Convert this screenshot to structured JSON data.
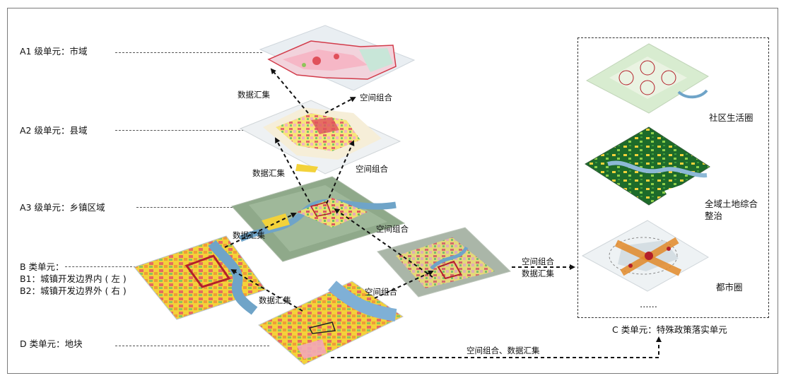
{
  "labels": {
    "a1": "A1 级单元：市域",
    "a2": "A2 级单元：县域",
    "a3": "A3 级单元：乡镇区域",
    "b_title": "B 类单元：",
    "b1": "B1：城镇开发边界内 ( 左 )",
    "b2": "B2：城镇开发边界外 ( 右 )",
    "d": "D 类单元：地块",
    "c": "C 类单元：特殊政策落实单元"
  },
  "arrows": {
    "data_collect": "数据汇集",
    "spatial_combine": "空间组合",
    "both": "空间组合、数据汇集"
  },
  "c_items": {
    "community": "社区生活圈",
    "land": "全域土地综合",
    "land2": "整治",
    "metro": "都市圈",
    "ellipsis": "……"
  },
  "colors": {
    "arrow": "#111111",
    "urban_red": "#e0505a",
    "urban_pink": "#f2a7b9",
    "yellow": "#f3d23a",
    "green": "#3f9a3a",
    "dark_green": "#1d6b2a",
    "river": "#6fa4c8"
  }
}
